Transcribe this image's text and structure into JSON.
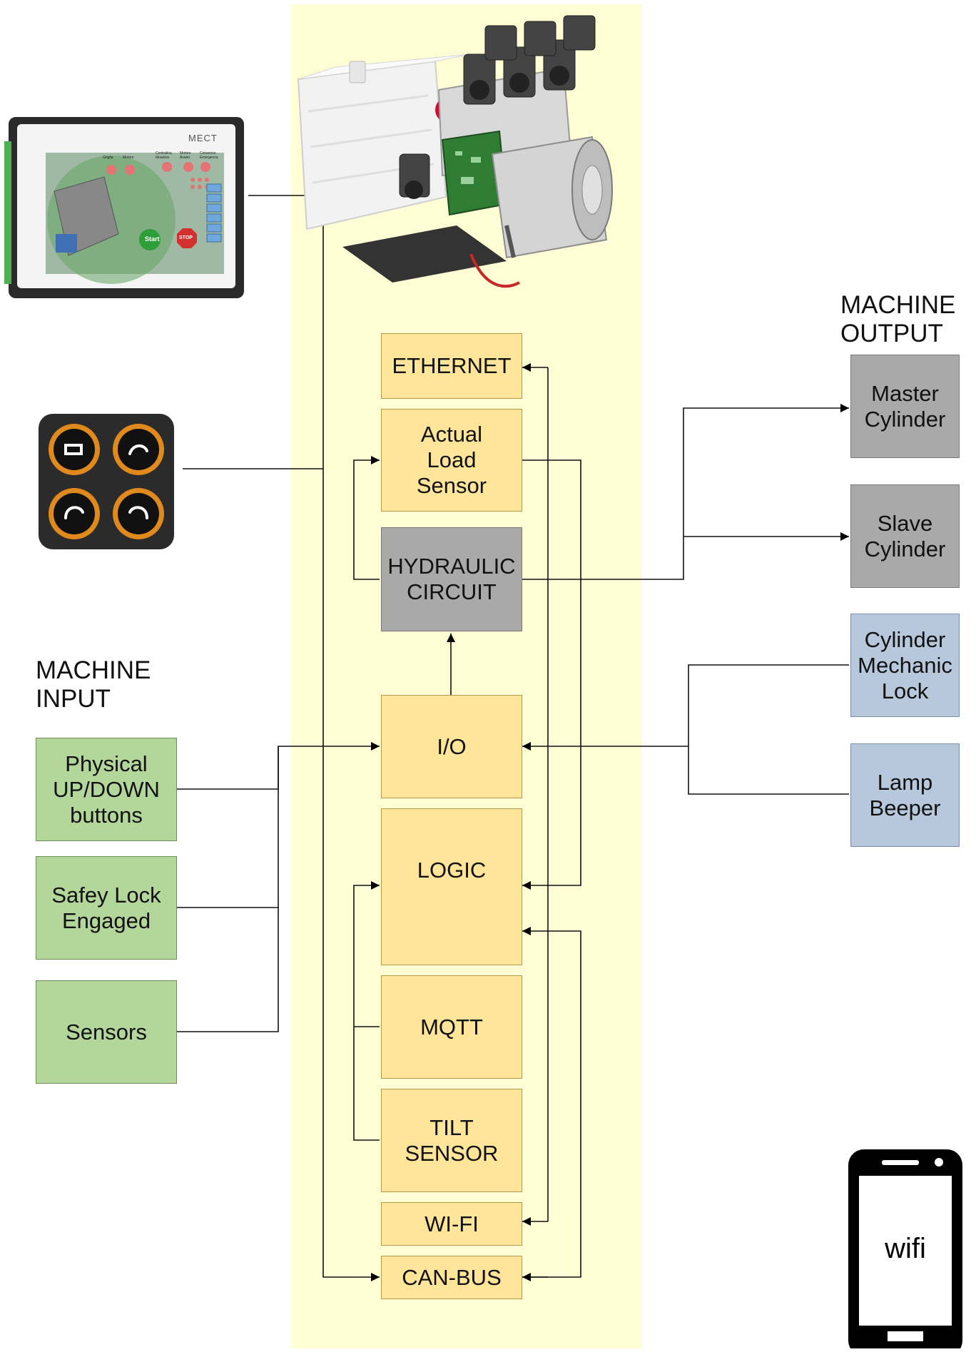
{
  "machine_output_label": "MACHINE\nOUTPUT",
  "machine_input_label": "MACHINE\nINPUT",
  "core_blocks": {
    "ethernet": "ETHERNET",
    "load_sensor": "Actual\nLoad\nSensor",
    "hydraulic": "HYDRAULIC\nCIRCUIT",
    "io": "I/O",
    "logic": "LOGIC",
    "mqtt": "MQTT",
    "tilt": "TILT\nSENSOR",
    "wifi": "WI-FI",
    "canbus": "CAN-BUS"
  },
  "outputs": {
    "master": "Master\nCylinder",
    "slave": "Slave\nCylinder"
  },
  "io_devices": {
    "mech_lock": "Cylinder\nMechanic\nLock",
    "lamp": "Lamp\nBeeper"
  },
  "inputs": {
    "buttons": "Physical\nUP/DOWN\nbuttons",
    "safety": "Safey Lock\nEngaged",
    "sensors": "Sensors"
  },
  "hmi": {
    "brand": "MECT",
    "start": "Start",
    "stop": "STOP",
    "headers": [
      "Griglia",
      "Motore",
      "Centralina\nIdraulica",
      "Motore\nAvanti",
      "Consenso\nEmergenza"
    ]
  },
  "phone_label": "wifi",
  "colors": {
    "band": "#fffdd4",
    "yellow_block": "#ffe599",
    "gray_block": "#a9a9a9",
    "green_block": "#b3d69a",
    "blue_block": "#b7c8dd"
  }
}
